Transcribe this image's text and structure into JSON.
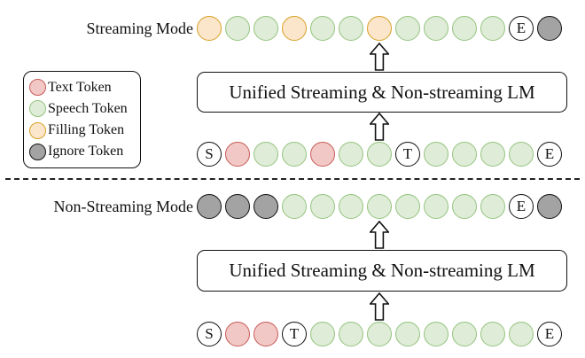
{
  "colors": {
    "text-fill": "#F2C8C6",
    "text-border": "#C75B57",
    "speech-fill": "#DFECD8",
    "speech-border": "#94C47E",
    "filling-fill": "#FBE6CC",
    "filling-border": "#D7A022",
    "ignore-fill": "#A3A3A3",
    "ignore-border": "#111111"
  },
  "legend": {
    "items": [
      {
        "type": "text",
        "label": "Text Token"
      },
      {
        "type": "speech",
        "label": "Speech Token"
      },
      {
        "type": "filling",
        "label": "Filling Token"
      },
      {
        "type": "ignore",
        "label": "Ignore Token"
      }
    ]
  },
  "sections": [
    {
      "mode_label": "Streaming Mode",
      "lm_label": "Unified Streaming & Non-streaming LM",
      "output_tokens": [
        "filling",
        "speech",
        "speech",
        "filling",
        "speech",
        "speech",
        "filling",
        "speech",
        "speech",
        "speech",
        "speech",
        "E",
        "ignore"
      ],
      "input_tokens": [
        "S",
        "text",
        "speech",
        "speech",
        "text",
        "speech",
        "speech",
        "T",
        "speech",
        "speech",
        "speech",
        "speech",
        "E"
      ]
    },
    {
      "mode_label": "Non-Streaming Mode",
      "lm_label": "Unified Streaming & Non-streaming LM",
      "output_tokens": [
        "ignore",
        "ignore",
        "ignore",
        "speech",
        "speech",
        "speech",
        "speech",
        "speech",
        "speech",
        "speech",
        "speech",
        "E",
        "ignore"
      ],
      "input_tokens": [
        "S",
        "text",
        "text",
        "T",
        "speech",
        "speech",
        "speech",
        "speech",
        "speech",
        "speech",
        "speech",
        "speech",
        "E"
      ]
    }
  ]
}
